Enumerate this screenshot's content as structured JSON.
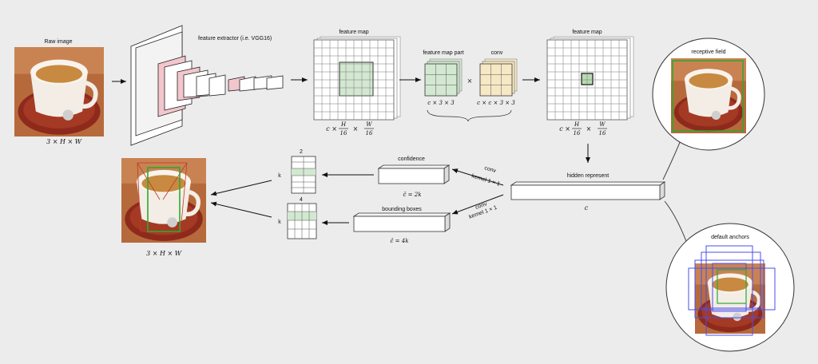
{
  "input": {
    "title": "Raw image",
    "dims": "3 × H × W"
  },
  "extractor": {
    "label": "feature extractor (i.e. VGG16)"
  },
  "feature_map_1": {
    "title": "feature map",
    "dims_prefix": "c ×",
    "h_num": "H",
    "w_num": "W",
    "den": "16"
  },
  "feature_map_part": {
    "title": "feature map part",
    "dims": "c × 3 × 3"
  },
  "multiply_symbol": "×",
  "conv_kernel": {
    "title": "conv",
    "dims": "c × c × 3 × 3"
  },
  "feature_map_2": {
    "title": "feature map",
    "dims_prefix": "c ×",
    "h_num": "H",
    "w_num": "W",
    "den": "16"
  },
  "hidden": {
    "label": "hidden represent",
    "dim": "c"
  },
  "receptive": {
    "title": "receptive field"
  },
  "anchors": {
    "title": "default anchors"
  },
  "confidence": {
    "title": "confidence",
    "dim": "ĉ = 2k",
    "conv_line1": "conv",
    "conv_line2": "kernel 1 × 1"
  },
  "bboxes": {
    "title": "bounding boxes",
    "dim": "ĉ = 4k",
    "conv_line1": "conv",
    "conv_line2": "kernel 1 × 1"
  },
  "conf_grid": {
    "top": "2",
    "side": "k"
  },
  "bbox_grid": {
    "top": "4",
    "side": "k"
  },
  "output": {
    "dims": "3 × H × W"
  },
  "colors": {
    "background": "#ececec",
    "feature_highlight": "#d3e8d0",
    "kernel_fill": "#f6e8c4",
    "pink_layer": "#f2c6cc",
    "anchor_blue": "#4a4cf0",
    "bbox_green": "#2ea82e",
    "cup_red": "#8e2a1c"
  }
}
